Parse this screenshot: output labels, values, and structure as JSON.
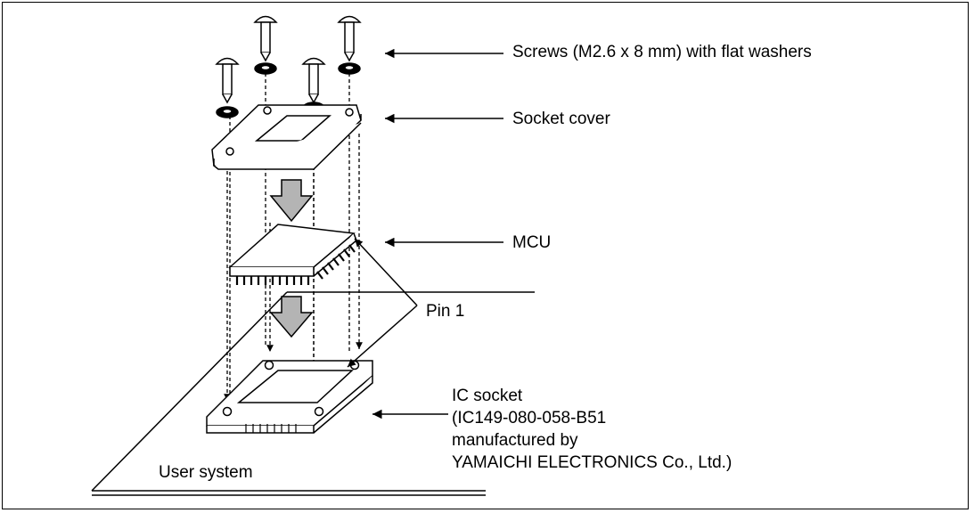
{
  "labels": {
    "screws": "Screws (M2.6 x 8 mm) with flat washers",
    "socket_cover": "Socket cover",
    "mcu": "MCU",
    "pin1": "Pin 1",
    "ic_socket": [
      "IC socket",
      "(IC149-080-058-B51",
      "manufactured by",
      "YAMAICHI ELECTRONICS Co., Ltd.)"
    ],
    "user_system": "User system"
  },
  "colors": {
    "line": "#000000",
    "arrow_fill": "#b4b4b4",
    "background": "#ffffff"
  }
}
